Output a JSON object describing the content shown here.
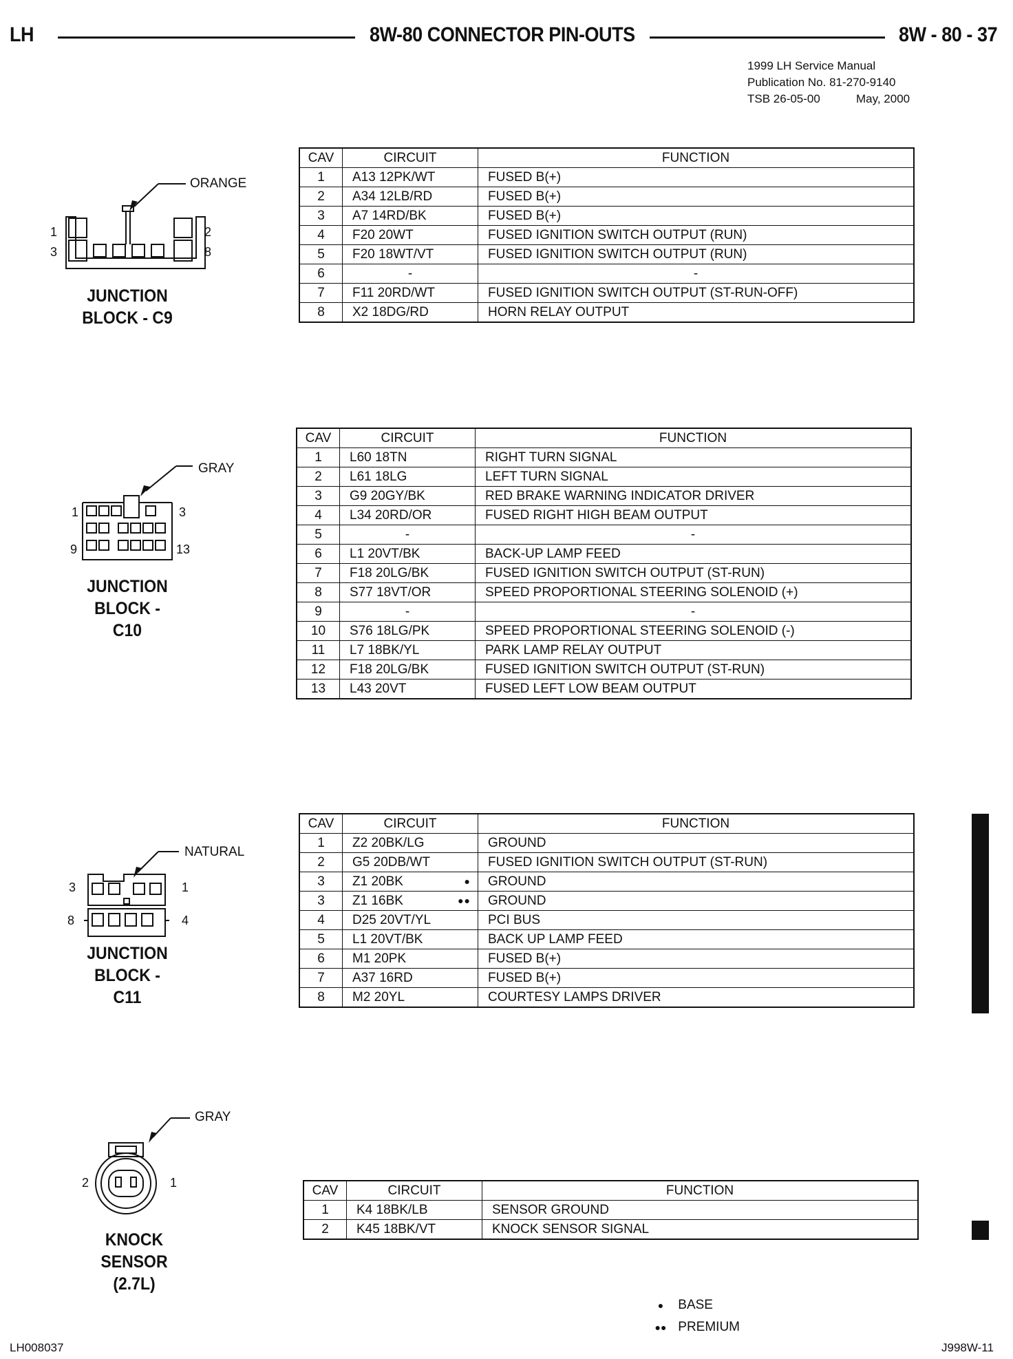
{
  "header": {
    "left": "LH",
    "title": "8W-80 CONNECTOR PIN-OUTS",
    "page": "8W - 80 - 37"
  },
  "publication": {
    "line1": "1999   LH Service Manual",
    "line2": "Publication No. 81-270-9140",
    "line3a": "TSB 26-05-00",
    "line3b": "May, 2000"
  },
  "columns": {
    "cav": "CAV",
    "circuit": "CIRCUIT",
    "function": "FUNCTION"
  },
  "connectors": [
    {
      "color": "ORANGE",
      "label1": "JUNCTION",
      "label2": "BLOCK - C9",
      "pins": [
        "1",
        "2",
        "3",
        "8"
      ],
      "rows": [
        {
          "cav": "1",
          "circuit": "A13 12PK/WT",
          "function": "FUSED B(+)",
          "dot": ""
        },
        {
          "cav": "2",
          "circuit": "A34 12LB/RD",
          "function": "FUSED B(+)",
          "dot": ""
        },
        {
          "cav": "3",
          "circuit": "A7 14RD/BK",
          "function": "FUSED B(+)",
          "dot": ""
        },
        {
          "cav": "4",
          "circuit": "F20 20WT",
          "function": "FUSED IGNITION SWITCH OUTPUT (RUN)",
          "dot": ""
        },
        {
          "cav": "5",
          "circuit": "F20 18WT/VT",
          "function": "FUSED IGNITION SWITCH OUTPUT (RUN)",
          "dot": ""
        },
        {
          "cav": "6",
          "circuit": "-",
          "function": "-",
          "dot": ""
        },
        {
          "cav": "7",
          "circuit": "F11 20RD/WT",
          "function": "FUSED IGNITION SWITCH OUTPUT (ST-RUN-OFF)",
          "dot": ""
        },
        {
          "cav": "8",
          "circuit": "X2 18DG/RD",
          "function": "HORN RELAY OUTPUT",
          "dot": ""
        }
      ]
    },
    {
      "color": "GRAY",
      "label1": "JUNCTION",
      "label2": "BLOCK - C10",
      "pins": [
        "1",
        "3",
        "9",
        "13"
      ],
      "rows": [
        {
          "cav": "1",
          "circuit": "L60 18TN",
          "function": "RIGHT TURN SIGNAL",
          "dot": ""
        },
        {
          "cav": "2",
          "circuit": "L61 18LG",
          "function": "LEFT TURN SIGNAL",
          "dot": ""
        },
        {
          "cav": "3",
          "circuit": "G9 20GY/BK",
          "function": "RED BRAKE WARNING INDICATOR DRIVER",
          "dot": ""
        },
        {
          "cav": "4",
          "circuit": "L34 20RD/OR",
          "function": "FUSED RIGHT HIGH BEAM OUTPUT",
          "dot": ""
        },
        {
          "cav": "5",
          "circuit": "-",
          "function": "-",
          "dot": ""
        },
        {
          "cav": "6",
          "circuit": "L1 20VT/BK",
          "function": "BACK-UP LAMP FEED",
          "dot": ""
        },
        {
          "cav": "7",
          "circuit": "F18 20LG/BK",
          "function": "FUSED IGNITION SWITCH OUTPUT (ST-RUN)",
          "dot": ""
        },
        {
          "cav": "8",
          "circuit": "S77 18VT/OR",
          "function": "SPEED PROPORTIONAL STEERING SOLENOID (+)",
          "dot": ""
        },
        {
          "cav": "9",
          "circuit": "-",
          "function": "-",
          "dot": ""
        },
        {
          "cav": "10",
          "circuit": "S76 18LG/PK",
          "function": "SPEED PROPORTIONAL STEERING SOLENOID (-)",
          "dot": ""
        },
        {
          "cav": "11",
          "circuit": "L7 18BK/YL",
          "function": "PARK LAMP RELAY OUTPUT",
          "dot": ""
        },
        {
          "cav": "12",
          "circuit": "F18 20LG/BK",
          "function": "FUSED IGNITION SWITCH OUTPUT (ST-RUN)",
          "dot": ""
        },
        {
          "cav": "13",
          "circuit": "L43 20VT",
          "function": "FUSED LEFT LOW BEAM OUTPUT",
          "dot": ""
        }
      ]
    },
    {
      "color": "NATURAL",
      "label1": "JUNCTION",
      "label2": "BLOCK - C11",
      "pins": [
        "3",
        "1",
        "8",
        "4"
      ],
      "rows": [
        {
          "cav": "1",
          "circuit": "Z2 20BK/LG",
          "function": "GROUND",
          "dot": ""
        },
        {
          "cav": "2",
          "circuit": "G5 20DB/WT",
          "function": "FUSED IGNITION SWITCH OUTPUT (ST-RUN)",
          "dot": ""
        },
        {
          "cav": "3",
          "circuit": "Z1 20BK",
          "function": "GROUND",
          "dot": "●"
        },
        {
          "cav": "3",
          "circuit": "Z1 16BK",
          "function": "GROUND",
          "dot": "●●"
        },
        {
          "cav": "4",
          "circuit": "D25 20VT/YL",
          "function": "PCI BUS",
          "dot": ""
        },
        {
          "cav": "5",
          "circuit": "L1 20VT/BK",
          "function": "BACK UP LAMP FEED",
          "dot": ""
        },
        {
          "cav": "6",
          "circuit": "M1 20PK",
          "function": "FUSED B(+)",
          "dot": ""
        },
        {
          "cav": "7",
          "circuit": "A37 16RD",
          "function": "FUSED B(+)",
          "dot": ""
        },
        {
          "cav": "8",
          "circuit": "M2 20YL",
          "function": "COURTESY LAMPS DRIVER",
          "dot": ""
        }
      ]
    },
    {
      "color": "GRAY",
      "label1": "KNOCK SENSOR",
      "label2": "(2.7L)",
      "pins": [
        "2",
        "1"
      ],
      "rows": [
        {
          "cav": "1",
          "circuit": "K4 18BK/LB",
          "function": "SENSOR GROUND",
          "dot": ""
        },
        {
          "cav": "2",
          "circuit": "K45 18BK/VT",
          "function": "KNOCK SENSOR SIGNAL",
          "dot": ""
        }
      ]
    }
  ],
  "legend": {
    "base_symbol": "●",
    "base": "BASE",
    "premium_symbol": "●●",
    "premium": "PREMIUM"
  },
  "footer": {
    "left": "LH008037",
    "right": "J998W-11"
  }
}
